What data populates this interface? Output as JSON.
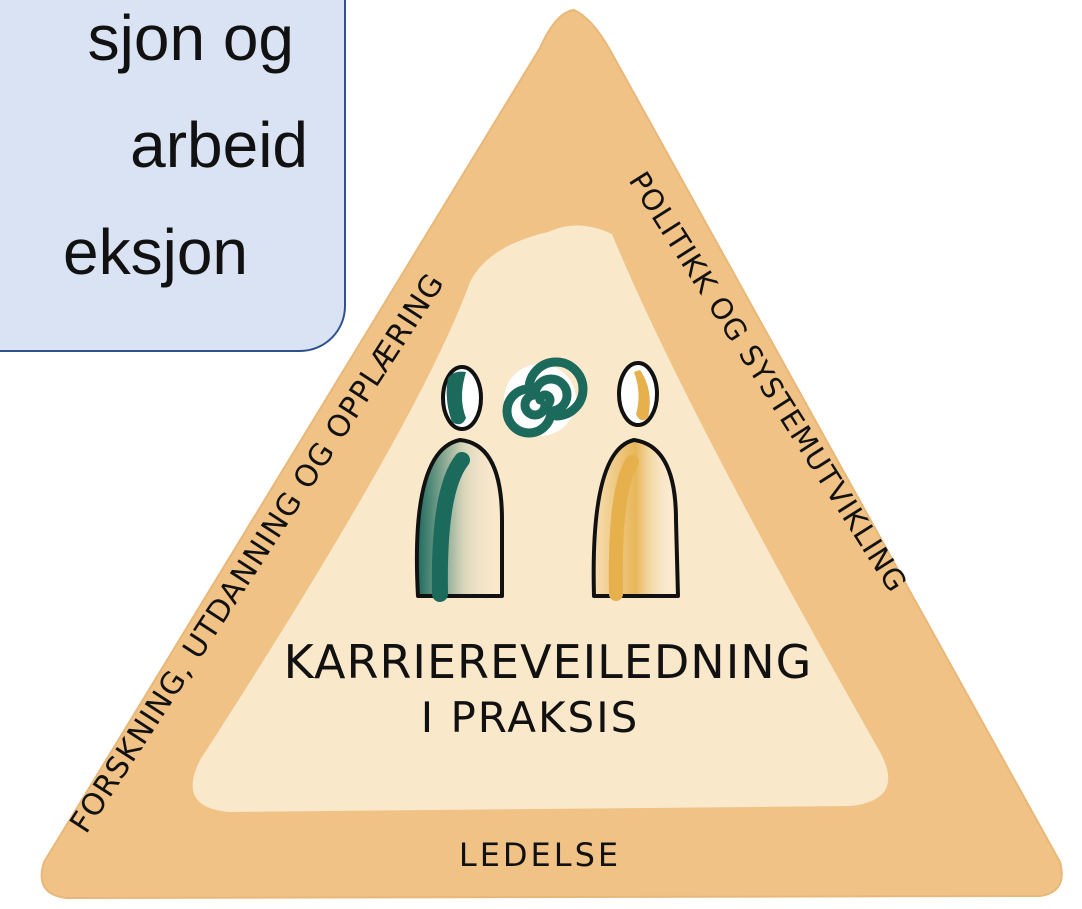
{
  "callout": {
    "lines": [
      "sjon og",
      "arbeid",
      "eksjon"
    ]
  },
  "diagram": {
    "center_title_line1": "KARRIEREVEILEDNING",
    "center_title_line2": "I PRAKSIS",
    "left_side_label": "FORSKNING, UTDANNING OG OPPLÆRING",
    "right_side_label": "POLITIKK OG SYSTEMUTVIKLING",
    "bottom_label": "LEDELSE"
  },
  "colors": {
    "outer_triangle": "#f0c286",
    "inner_triangle": "#fae8cb",
    "callout_fill": "#dae3f3",
    "callout_border": "#2f528f",
    "teal": "#1b6a5c",
    "gold": "#e6b14d",
    "ink": "#111111"
  },
  "icons": [
    "person-left-icon",
    "spiral-icon",
    "person-right-icon"
  ]
}
